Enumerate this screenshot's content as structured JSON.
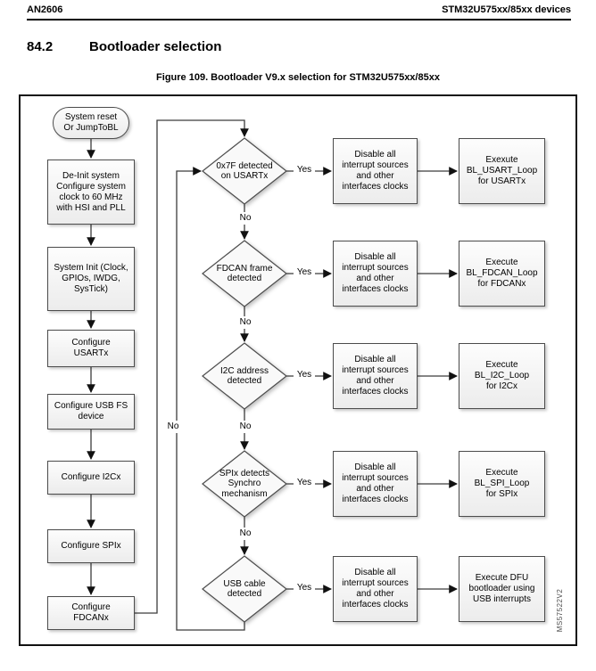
{
  "header": {
    "doc_id": "AN2606",
    "device": "STM32U575xx/85xx devices"
  },
  "section": {
    "number": "84.2",
    "title": "Bootloader selection"
  },
  "figure_caption": "Figure 109. Bootloader V9.x selection for STM32U575xx/85xx",
  "watermark": "MS57522V2",
  "flowchart": {
    "start": "System reset\nOr JumpToBL",
    "init_steps": [
      "De-Init system\nConfigure system\nclock to 60 MHz\nwith HSI and PLL",
      "System Init (Clock,\nGPIOs, IWDG,\nSysTick)",
      "Configure\nUSARTx",
      "Configure USB FS\ndevice",
      "Configure I2Cx",
      "Configure SPIx",
      "Configure\nFDCANx"
    ],
    "loop_no_label": "No",
    "rows": [
      {
        "condition": "0x7F detected\non USARTx",
        "yes": "Yes",
        "no": "No",
        "action": "Disable all\ninterrupt sources\nand other\ninterfaces clocks",
        "result": "Exexute\nBL_USART_Loop\nfor USARTx"
      },
      {
        "condition": "FDCAN frame\ndetected",
        "yes": "Yes",
        "no": "No",
        "action": "Disable all\ninterrupt sources\nand other\ninterfaces clocks",
        "result": "Execute\nBL_FDCAN_Loop\nfor FDCANx"
      },
      {
        "condition": "I2C address\ndetected",
        "yes": "Yes",
        "no": "No",
        "action": "Disable all\ninterrupt sources\nand other\ninterfaces clocks",
        "result": "Execute\nBL_I2C_Loop\nfor I2Cx"
      },
      {
        "condition": "SPIx detects\nSynchro\nmechanism",
        "yes": "Yes",
        "no": "No",
        "action": "Disable all\ninterrupt sources\nand other\ninterfaces clocks",
        "result": "Execute\nBL_SPI_Loop\nfor SPIx"
      },
      {
        "condition": "USB cable\ndetected",
        "yes": "Yes",
        "action": "Disable all\ninterrupt sources\nand other\ninterfaces clocks",
        "result": "Execute DFU\nbootloader using\nUSB interrupts"
      }
    ]
  }
}
